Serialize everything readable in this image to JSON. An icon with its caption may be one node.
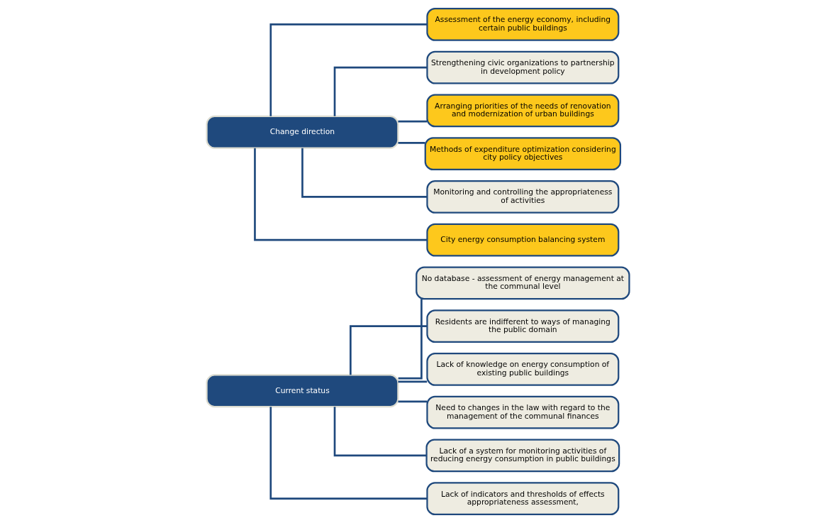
{
  "diagram": {
    "nodes": [
      {
        "text": [
          "Current status"
        ]
      },
      {
        "text": [
          "No database - assessment of energy management at the communal level"
        ]
      },
      {
        "text": [
          "Residents are indifferent to ways of managing the public domain"
        ]
      },
      {
        "text": [
          "Lack of knowledge on energy consumption of existing public buildings"
        ]
      },
      {
        "text": [
          "Need to changes in the law with regard to the management of the communal finances"
        ]
      },
      {
        "text": [
          "Lack of a system for monitoring activities of reducing energy consumption in public buildings"
        ]
      },
      {
        "text": [
          "Lack of indicators and thresholds of effects appropriateness assessment,"
        ]
      },
      {
        "text": [
          "Change direction"
        ]
      },
      {
        "text": [
          "Assessment of the energy economy, including certain public buildings"
        ]
      },
      {
        "text": [
          "Strengthening civic organizations to partnership in development policy"
        ]
      },
      {
        "text": [
          "Arranging priorities of the needs of renovation and modernization of urban buildings"
        ]
      },
      {
        "text": [
          "Methods of expenditure optimization considering city policy objectives"
        ]
      },
      {
        "text": [
          "Monitoring and controlling the appropriateness of activities"
        ]
      },
      {
        "text": [
          "City energy consumption balancing system"
        ]
      }
    ],
    "edges": [
      {
        "from": 0,
        "to": 1,
        "arrow": "none"
      },
      {
        "from": 0,
        "to": 2,
        "arrow": "none"
      },
      {
        "from": 0,
        "to": 3,
        "arrow": "none"
      },
      {
        "from": 0,
        "to": 4,
        "arrow": "none"
      },
      {
        "from": 0,
        "to": 5,
        "arrow": "none"
      },
      {
        "from": 0,
        "to": 6,
        "arrow": "none"
      },
      {
        "from": 7,
        "to": 8,
        "arrow": "none"
      },
      {
        "from": 7,
        "to": 9,
        "arrow": "none"
      },
      {
        "from": 7,
        "to": 10,
        "arrow": "none"
      },
      {
        "from": 7,
        "to": 11,
        "arrow": "none"
      },
      {
        "from": 7,
        "to": 12,
        "arrow": "none"
      },
      {
        "from": 7,
        "to": 13,
        "arrow": "none"
      }
    ]
  }
}
